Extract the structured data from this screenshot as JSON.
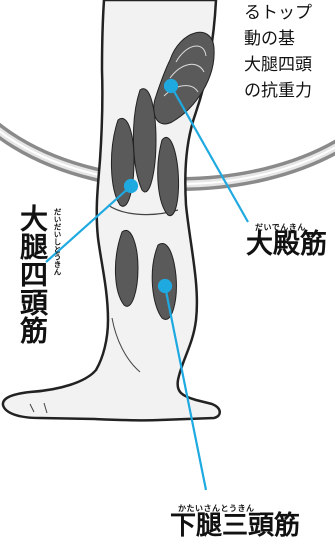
{
  "description_lines": [
    "るトップ",
    "動の基",
    "大腿四頭",
    "の抗重力"
  ],
  "labels": {
    "quadriceps": {
      "text": "大腿四頭筋",
      "ruby": "だいだいしとうきん"
    },
    "gluteus": {
      "text": "大殿筋",
      "ruby": "だいでんきん"
    },
    "triceps_surae": {
      "text": "下腿三頭筋",
      "ruby": "かたいさんとうきん"
    }
  },
  "colors": {
    "pointer": "#1fa9e1",
    "ring": "#9a9a9a",
    "leg_fill": "#f2f2f2",
    "leg_outline": "#222222",
    "muscle": "#555555"
  }
}
